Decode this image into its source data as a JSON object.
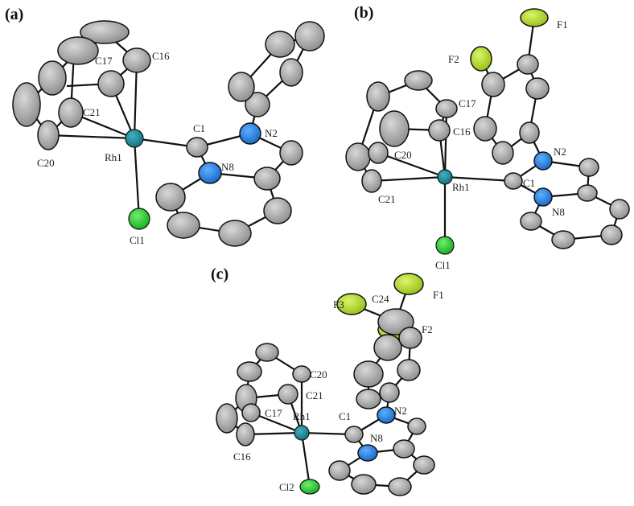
{
  "colors": {
    "carbon": "#a8a8a8",
    "nitrogen": "#1f7fe0",
    "rhodium": "#1a8a99",
    "chlorine": "#22d12a",
    "fluorine": "#b5e02a",
    "bond": "#111111"
  },
  "panels": [
    {
      "id": "a",
      "label": "(a)",
      "atoms": [
        "C16",
        "C17",
        "C21",
        "C20",
        "Rh1",
        "C1",
        "N2",
        "N8",
        "Cl1"
      ]
    },
    {
      "id": "b",
      "label": "(b)",
      "atoms": [
        "F1",
        "F2",
        "C17",
        "C16",
        "C20",
        "C21",
        "Rh1",
        "C1",
        "N2",
        "N8",
        "Cl1"
      ]
    },
    {
      "id": "c",
      "label": "(c)",
      "atoms": [
        "F3",
        "C24",
        "F1",
        "F2",
        "C20",
        "C21",
        "C17",
        "Rh1",
        "C1",
        "N2",
        "N8",
        "C16",
        "Cl2"
      ]
    }
  ]
}
